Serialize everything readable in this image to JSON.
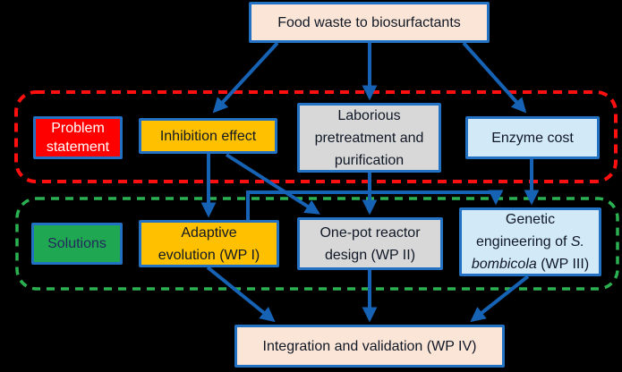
{
  "boxes": {
    "food_waste": {
      "label": "Food waste to biosurfactants"
    },
    "problem": {
      "lines": [
        "Problem",
        "statement"
      ]
    },
    "inhibition": {
      "label": "Inhibition effect"
    },
    "laborious": {
      "lines": [
        "Laborious",
        "pretreatment and",
        "purification"
      ]
    },
    "enzyme": {
      "label": "Enzyme cost"
    },
    "solutions": {
      "label": "Solutions"
    },
    "adaptive": {
      "lines": [
        "Adaptive",
        "evolution (WP I)"
      ]
    },
    "onepot": {
      "lines": [
        "One-pot reactor",
        "design (WP II)"
      ]
    },
    "genetic": {
      "line1": "Genetic",
      "line2_normal": "engineering of ",
      "line2_italic": "S.",
      "line3_italic": "bombicola",
      "line3_normal": " (WP III)"
    },
    "integration": {
      "label": "Integration and validation (WP IV)"
    }
  },
  "colors": {
    "background": "#000000",
    "box_border_blue": "#2271C3",
    "arrow_blue": "#1663B5",
    "peach": "#FBE5D6",
    "problem_red": "#FF0000",
    "amber_yellow": "#FFC000",
    "gray": "#D8D8D8",
    "light_blue": "#D2E9F8",
    "solution_green": "#1FA751",
    "dashed_red": "#FF1010",
    "dashed_green": "#2BB152"
  }
}
